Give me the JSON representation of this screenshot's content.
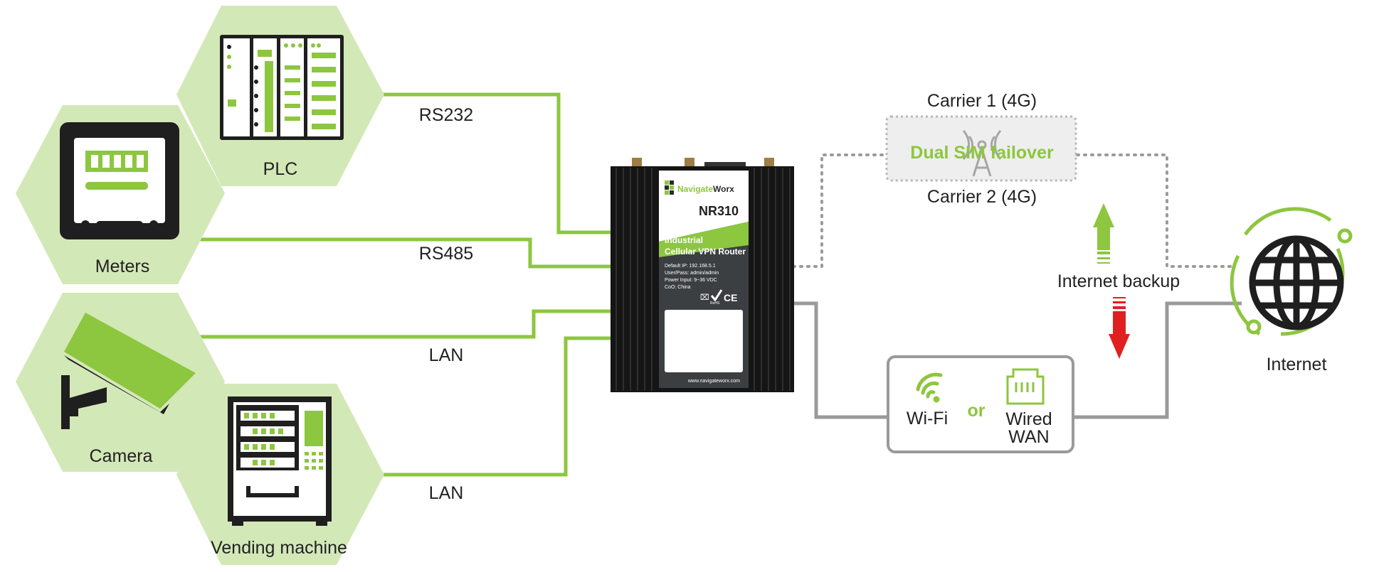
{
  "devices": {
    "plc": "PLC",
    "meters": "Meters",
    "camera": "Camera",
    "vending": "Vending machine"
  },
  "connections": {
    "rs232": "RS232",
    "rs485": "RS485",
    "lan1": "LAN",
    "lan2": "LAN"
  },
  "router": {
    "brand_prefix": "Navigate",
    "brand_suffix": "Worx",
    "model": "NR310",
    "title_line1": "Industrial",
    "title_line2": "Cellular VPN Router",
    "default_ip": "Default IP: 192.168.5.1",
    "user_pass": "User/Pass: admin/admin",
    "power_input": "Power Input: 9~36 VDC",
    "coo": "CoO: China",
    "website": "www.navigateworx.com",
    "rohs": "RoHS",
    "ce": "CE"
  },
  "cellular": {
    "carrier1": "Carrier 1 (4G)",
    "carrier2": "Carrier 2 (4G)",
    "dual_sim": "Dual SIM failover"
  },
  "backup": {
    "label": "Internet backup"
  },
  "wan": {
    "wifi": "Wi-Fi",
    "or": "or",
    "wired_line1": "Wired",
    "wired_line2": "WAN"
  },
  "internet": {
    "label": "Internet"
  },
  "colors": {
    "accent_green": "#8dc63f",
    "hex_fill": "#d3e8b7",
    "dark": "#1f1f1f",
    "grey_line": "#9a9a9a",
    "red_arrow": "#e02020"
  }
}
